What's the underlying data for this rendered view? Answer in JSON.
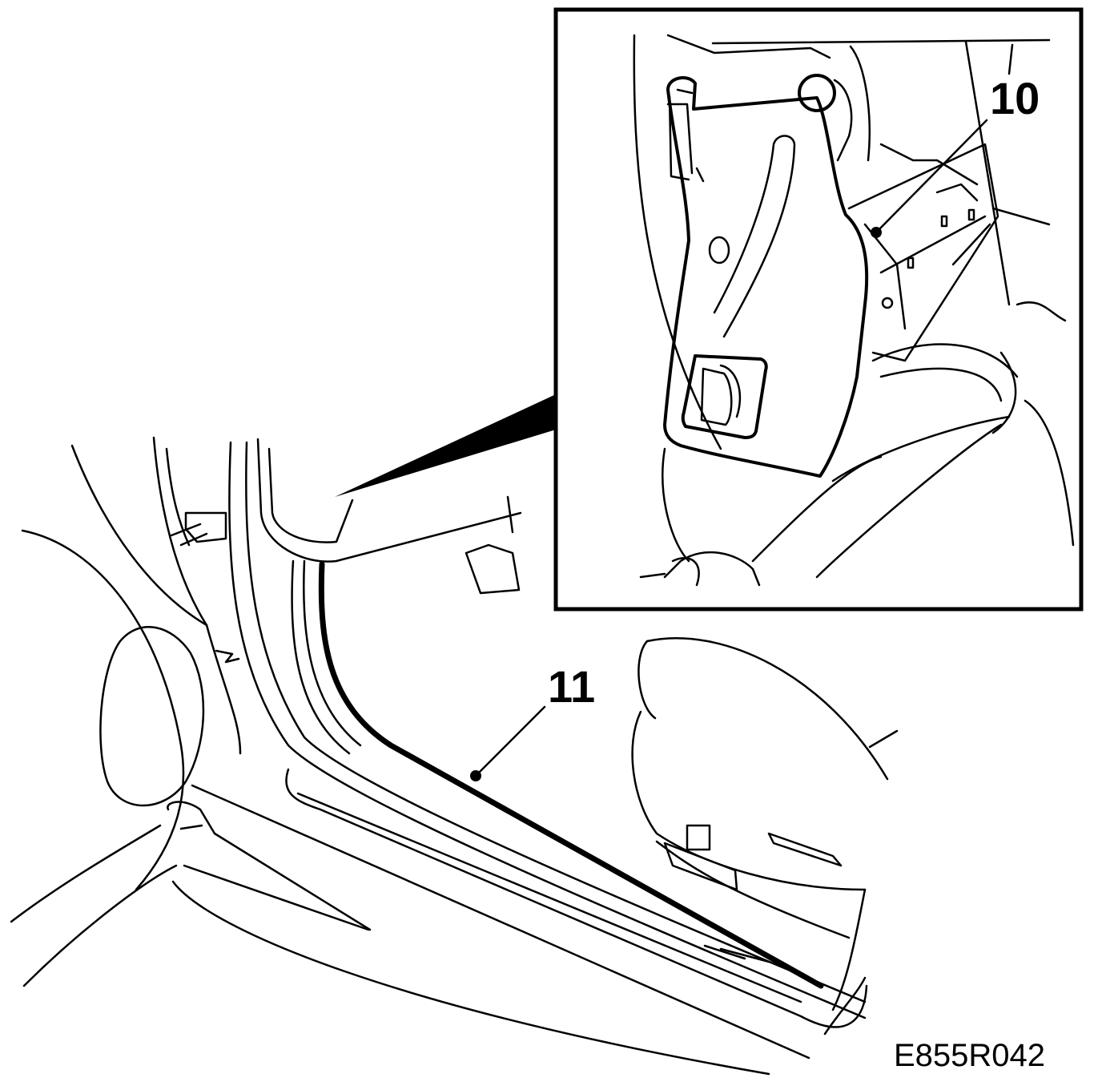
{
  "callouts": {
    "inset_label": "10",
    "main_label": "11"
  },
  "figure_code": "E855R042"
}
